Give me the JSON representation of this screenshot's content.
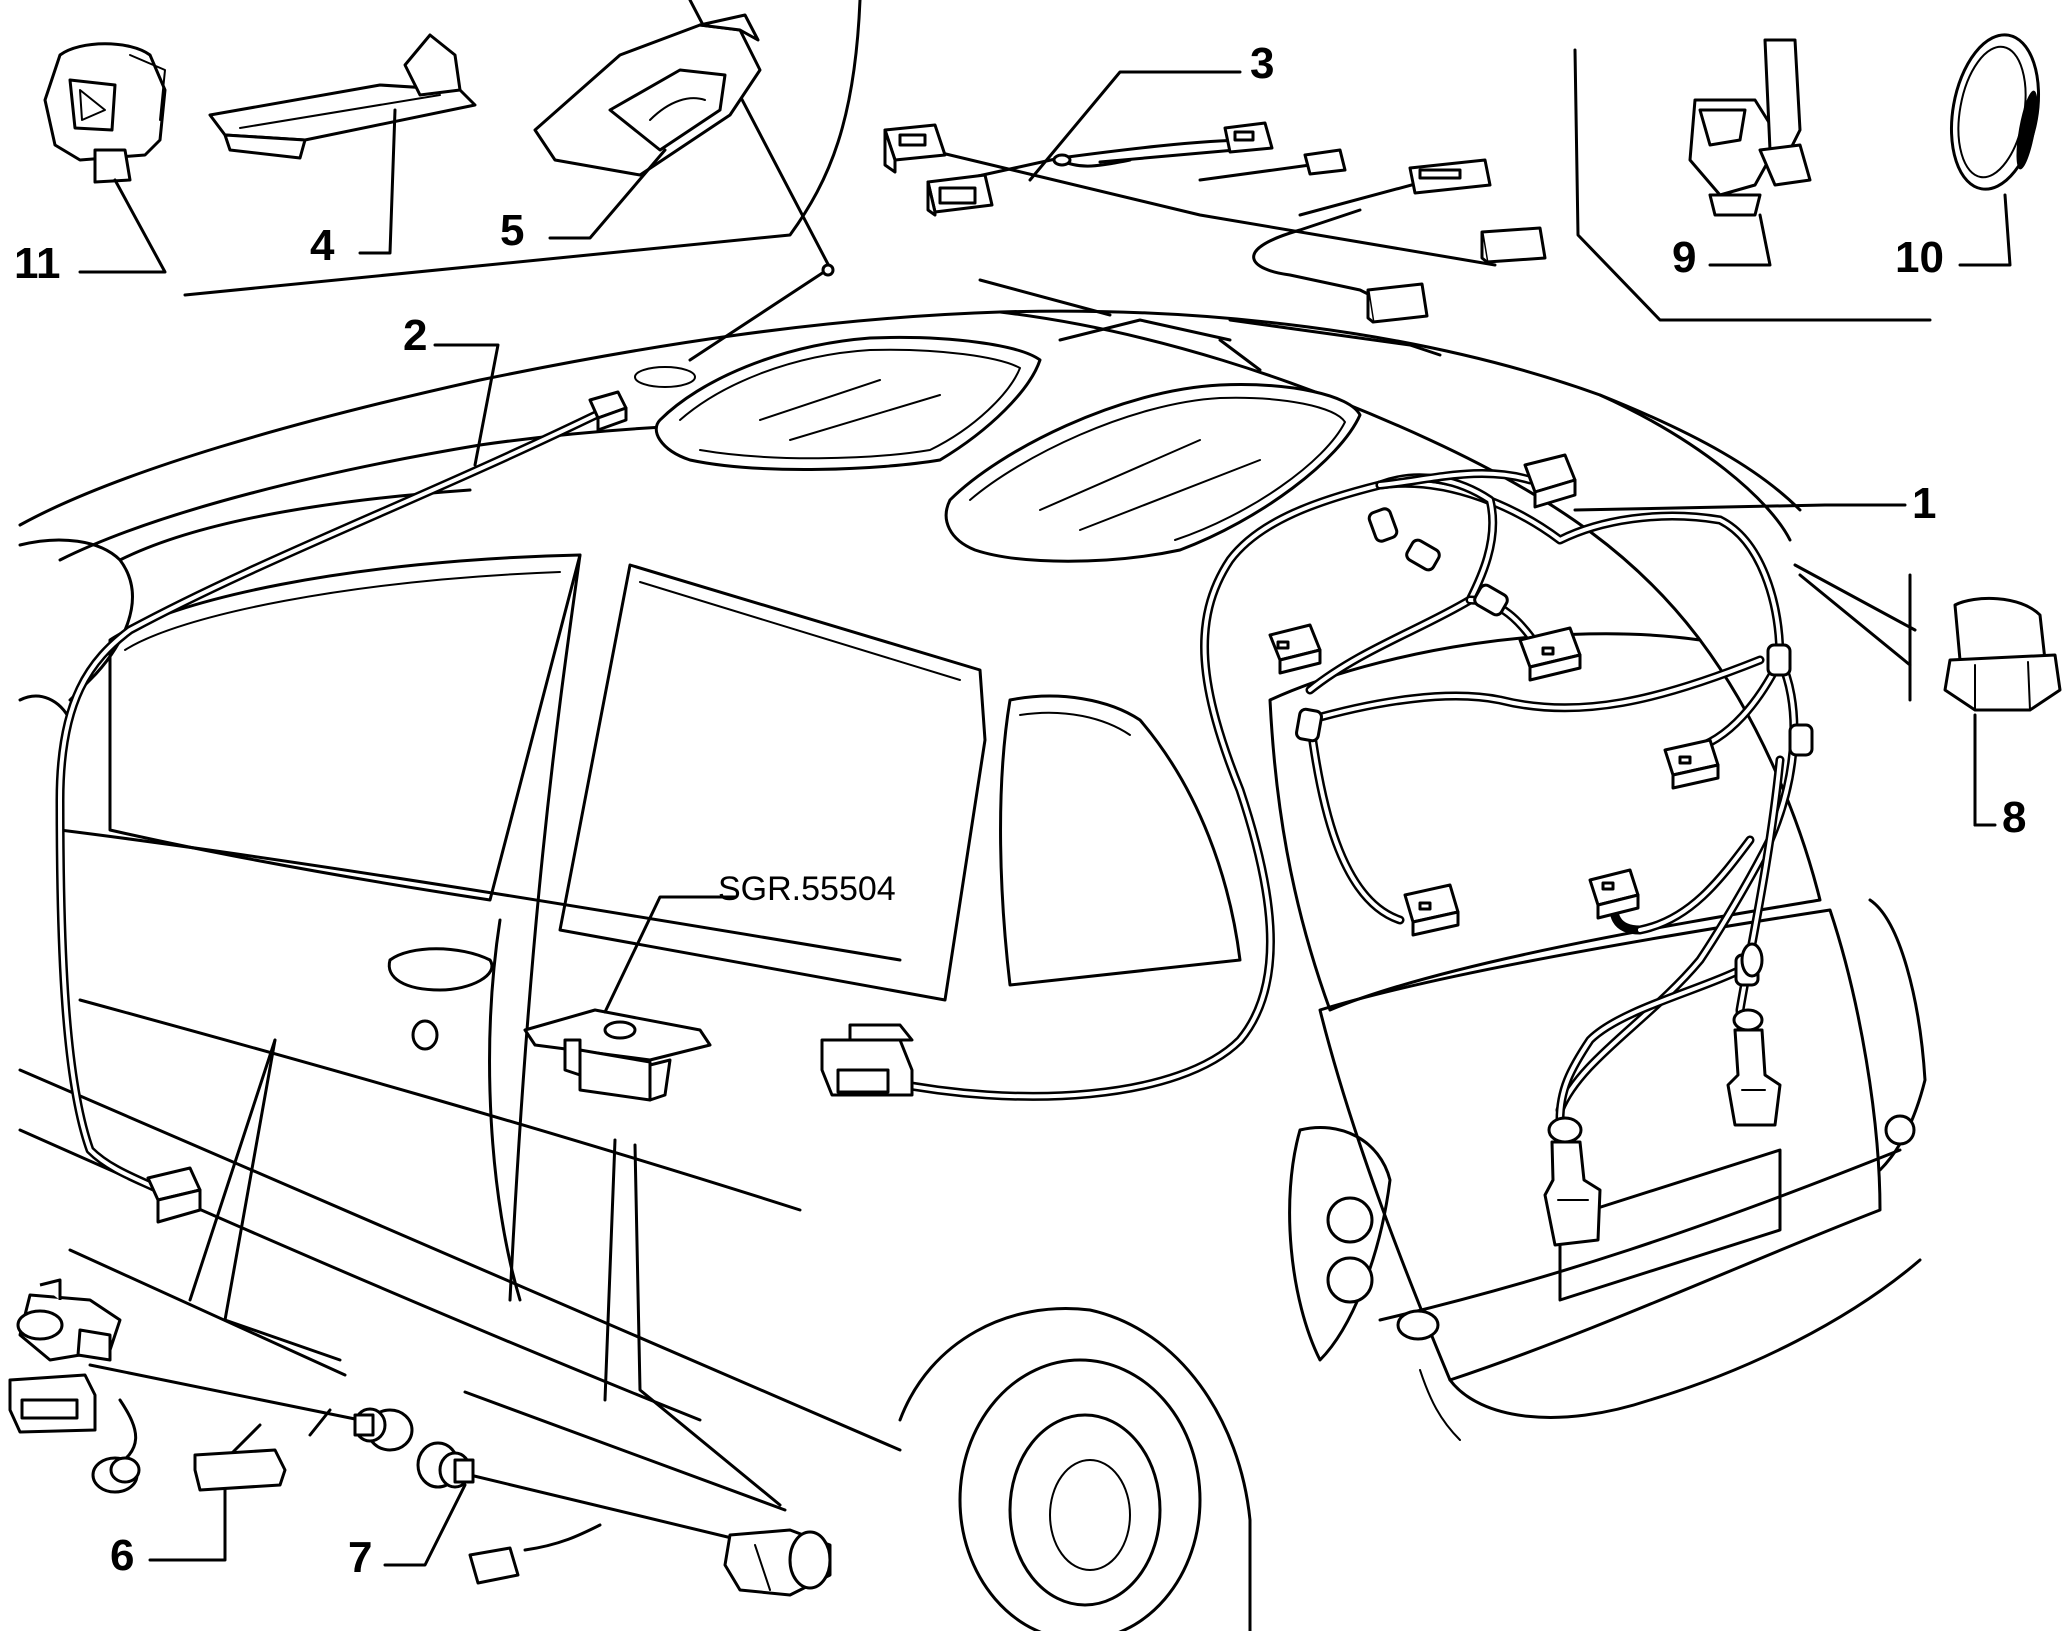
{
  "diagram": {
    "reference_code": "SGR.55504",
    "callouts": [
      {
        "id": "1",
        "label": "1"
      },
      {
        "id": "2",
        "label": "2"
      },
      {
        "id": "3",
        "label": "3"
      },
      {
        "id": "4",
        "label": "4"
      },
      {
        "id": "5",
        "label": "5"
      },
      {
        "id": "6",
        "label": "6"
      },
      {
        "id": "7",
        "label": "7"
      },
      {
        "id": "8",
        "label": "8"
      },
      {
        "id": "9",
        "label": "9"
      },
      {
        "id": "10",
        "label": "10"
      },
      {
        "id": "11",
        "label": "11"
      }
    ]
  }
}
